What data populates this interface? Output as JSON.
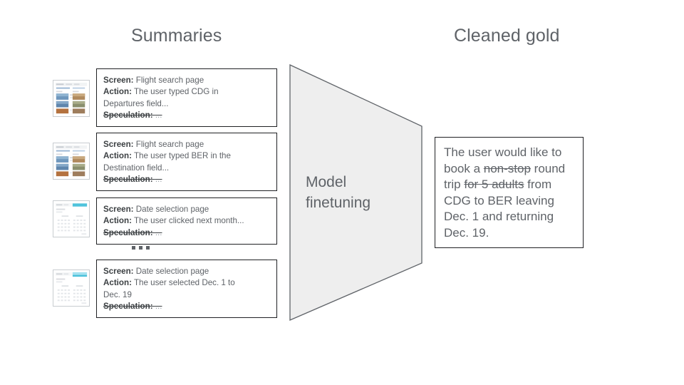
{
  "columns": {
    "summaries_title": "Summaries",
    "gold_title": "Cleaned gold"
  },
  "labels": {
    "screen": "Screen:",
    "action": "Action:",
    "speculation": "Speculation:",
    "speculation_value": "..."
  },
  "summaries": [
    {
      "thumb": "flight-search-page-thumbnail",
      "screen": "Flight search page",
      "action_line1": "The user typed CDG in",
      "action_line2": "Departures field..."
    },
    {
      "thumb": "flight-search-page-thumbnail",
      "screen": "Flight search page",
      "action_line1": "The user typed BER in the",
      "action_line2": "Destination field..."
    },
    {
      "thumb": "date-selection-page-thumbnail",
      "screen": "Date selection page",
      "action_line1": "The user clicked next month...",
      "action_line2": ""
    },
    {
      "thumb": "date-selection-page-thumbnail",
      "screen": "Date selection page",
      "action_line1": "The user selected Dec. 1 to",
      "action_line2": "Dec. 19"
    }
  ],
  "ellipsis": "...",
  "funnel": {
    "label_line1": "Model",
    "label_line2": "finetuning",
    "fill": "#eeeeee",
    "stroke": "#5f6368"
  },
  "gold": {
    "seg1": "The user would like to book a ",
    "strike1": "non-stop",
    "seg2": " round trip ",
    "strike2": "for 5 adults",
    "seg3": " from CDG to BER leaving Dec. 1 and returning Dec. 19."
  },
  "colors": {
    "text_primary": "#3c4043",
    "text_secondary": "#5f6368",
    "border": "#202124",
    "thumb_border": "#c8ccd0",
    "accent_cyan": "#4fc3dc",
    "background": "#ffffff"
  }
}
